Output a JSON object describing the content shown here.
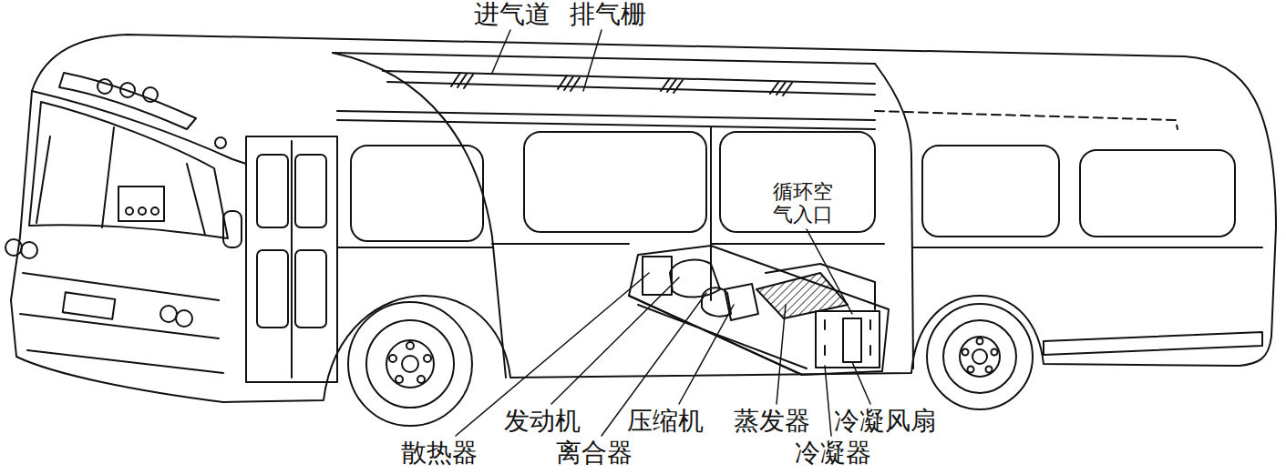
{
  "diagram": {
    "labels": [
      "进气道",
      "排气栅",
      "循环空 气入口",
      "散热器",
      "发动机",
      "离合器",
      "压缩机",
      "蒸发器",
      "冷凝风扇",
      "冷凝器"
    ]
  }
}
